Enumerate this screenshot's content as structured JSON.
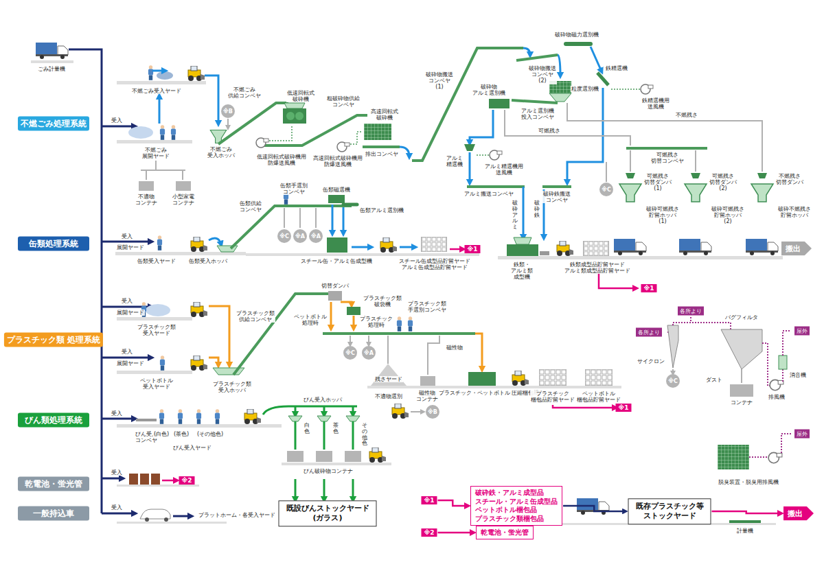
{
  "diagram": {
    "nodes": [
      {
        "text": [
          "不燃ごみ処理系統"
        ]
      },
      {
        "text": [
          "缶類処理系統"
        ]
      },
      {
        "text": [
          "プラスチック類 処理系統"
        ]
      },
      {
        "text": [
          "びん類処理系統"
        ]
      },
      {
        "text": [
          "乾電池・蛍光管"
        ]
      },
      {
        "text": [
          "一般持込車"
        ]
      },
      {
        "text": [
          "※B"
        ]
      },
      {
        "text": [
          "※C"
        ]
      },
      {
        "text": [
          "※1"
        ]
      },
      {
        "text": [
          "※C"
        ]
      },
      {
        "text": [
          "※A"
        ]
      },
      {
        "text": [
          "※A"
        ]
      },
      {
        "text": [
          "※1"
        ]
      },
      {
        "text": [
          "※C"
        ]
      },
      {
        "text": [
          "※A"
        ]
      },
      {
        "text": [
          "※B"
        ]
      },
      {
        "text": [
          "※1"
        ]
      },
      {
        "text": [
          "各所より"
        ]
      },
      {
        "text": [
          "各所より"
        ]
      },
      {
        "text": [
          "※C"
        ]
      },
      {
        "text": [
          "屋外"
        ]
      },
      {
        "text": [
          "屋外"
        ]
      },
      {
        "text": [
          "既設びんストックヤード (ガラス)"
        ]
      },
      {
        "text": [
          "※2"
        ]
      },
      {
        "text": [
          "※1"
        ]
      },
      {
        "text": [
          "破砕鉄・アルミ成型品",
          "スチール・アルミ缶成型品",
          "ペットボトル梱包品",
          "プラスチック類梱包品"
        ]
      },
      {
        "text": [
          "※2"
        ]
      },
      {
        "text": [
          "乾電池・蛍光管"
        ]
      },
      {
        "text": [
          "既存プラスチック等 ストックヤード"
        ]
      },
      {
        "text": [
          "搬出"
        ]
      },
      {
        "text": [
          "搬出"
        ]
      }
    ],
    "edges": [
      {
        "from": 24,
        "to": 25,
        "arrow": "to"
      },
      {
        "from": 26,
        "to": 27,
        "arrow": "to"
      },
      {
        "from": 25,
        "to": 28,
        "arrow": "to"
      },
      {
        "from": 28,
        "to": 30,
        "arrow": "to"
      }
    ],
    "labels": [
      "ごみ計量機",
      "不燃ごみ受入ヤード",
      "受入",
      "不燃ごみ 展開ヤード",
      "不適物 コンテナ",
      "小型家電 コンテナ",
      "不燃ごみ 供給コンベヤ",
      "低速回転式 破砕機",
      "不燃ごみ 受入ホッパ",
      "低速回転式破砕機用 防爆送風機",
      "粗破砕物供給 コンベヤ",
      "高速回転式 破砕機",
      "高速回転式破砕機用 防爆送風機",
      "排出コンベヤ",
      "破砕物搬送 コンベヤ(1)",
      "破砕物磁力選別機",
      "破砕物搬送 コンベヤ(2)",
      "破砕物 アルミ選別機",
      "アルミ選別機 投入コンベヤ",
      "粒度選別機",
      "鉄精選機",
      "鉄精選機用 送風機",
      "不燃残さ",
      "可燃残さ",
      "アルミ 精選機",
      "アルミ精選機用 送風機",
      "可燃残さ 切替コンベヤ",
      "可燃残さ 切替ダンパ(1)",
      "可燃残さ 切替ダンパ(2)",
      "不燃残さ 切替ダンパ",
      "アルミ搬送コンベヤ",
      "破砕鉄搬送 コンベヤ",
      "破砕アルミ",
      "破砕鉄",
      "破砕可燃残さ 貯留ホッパ(1)",
      "破砕可燃残さ 貯留ホッパ(2)",
      "破砕不燃残さ 貯留ホッパ",
      "鉄類・アルミ類 成型機",
      "鉄類成型品貯留ヤード アルミ類成型品貯留ヤード",
      "受入",
      "展開ヤード",
      "缶類受入ヤード",
      "缶類受入ホッパ",
      "缶類供給 コンベヤ",
      "缶類手選別 コンベヤ",
      "缶類磁選機",
      "缶類アルミ選別機",
      "スチール缶・アルミ缶成型機",
      "スチール缶成型品貯留ヤード アルミ缶成型品貯留ヤード",
      "切替ダンパ",
      "プラスチック類 破袋機",
      "ペットボトル 処理時",
      "プラスチック 処理時",
      "プラスチック類 手選別コンベヤ",
      "プラスチック類 供給コンベヤ",
      "受入",
      "展開ヤード",
      "プラスチック類 受入ヤード",
      "受入",
      "展開ヤード",
      "ペットボトル 受入ヤード",
      "プラスチック類 受入ホッパ",
      "磁性物",
      "残さヤード",
      "不適物選別",
      "磁性物 コンテナ",
      "プラスチック・ペットボトル 圧縮梱包機",
      "プラスチック 梱包品貯留ヤード",
      "ペットボトル 梱包品貯留ヤード",
      "サイクロン",
      "バグフィルタ",
      "消音機",
      "ダスト",
      "コンテナ",
      "排風機",
      "脱臭装置・脱臭用排風機",
      "受入",
      "びん受入 コンベヤ",
      "(白色)",
      "(茶色)",
      "(その他色)",
      "びん受入ヤード",
      "びん受入ホッパ",
      "白色",
      "茶色",
      "その他色",
      "びん破砕物コンテナ",
      "受入",
      "受入",
      "プラットホーム・各受入ヤード",
      "計量機"
    ]
  }
}
